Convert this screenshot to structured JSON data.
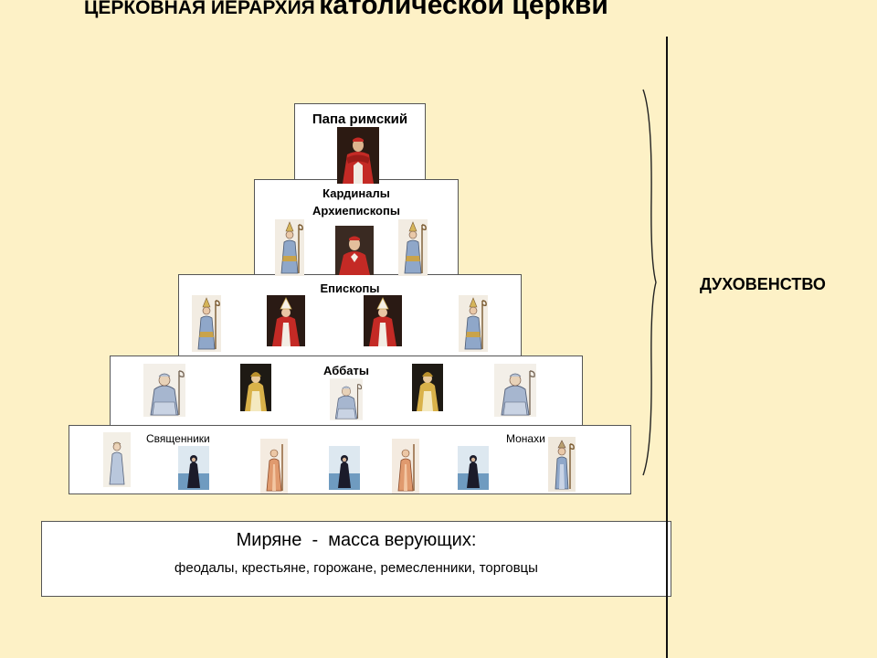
{
  "title": {
    "part1": "ЦЕРКОВНАЯ ИЕРАРХИЯ",
    "part2": "католической церкви"
  },
  "tiers": {
    "pope": "Папа римский",
    "cardinals": "Кардиналы",
    "archbishops": "Архиепископы",
    "bishops": "Епископы",
    "abbots": "Аббаты",
    "priests": "Священники",
    "monks": "Монахи"
  },
  "laity": {
    "heading": "Миряне  -  масса верующих:",
    "groups": "феодалы, крестьяне, горожане, ремесленники, торговцы"
  },
  "clergy_label": "ДУХОВЕНСТВО",
  "colors": {
    "background": "#fdf1c6",
    "tier_fill": "#ffffff",
    "cardinal_red": "#c42a25",
    "saint_blue": "#8fa7c9",
    "monk_black": "#1b1b2a",
    "priest_orange": "#e09a6e",
    "abbot_gold": "#d9b24a"
  }
}
